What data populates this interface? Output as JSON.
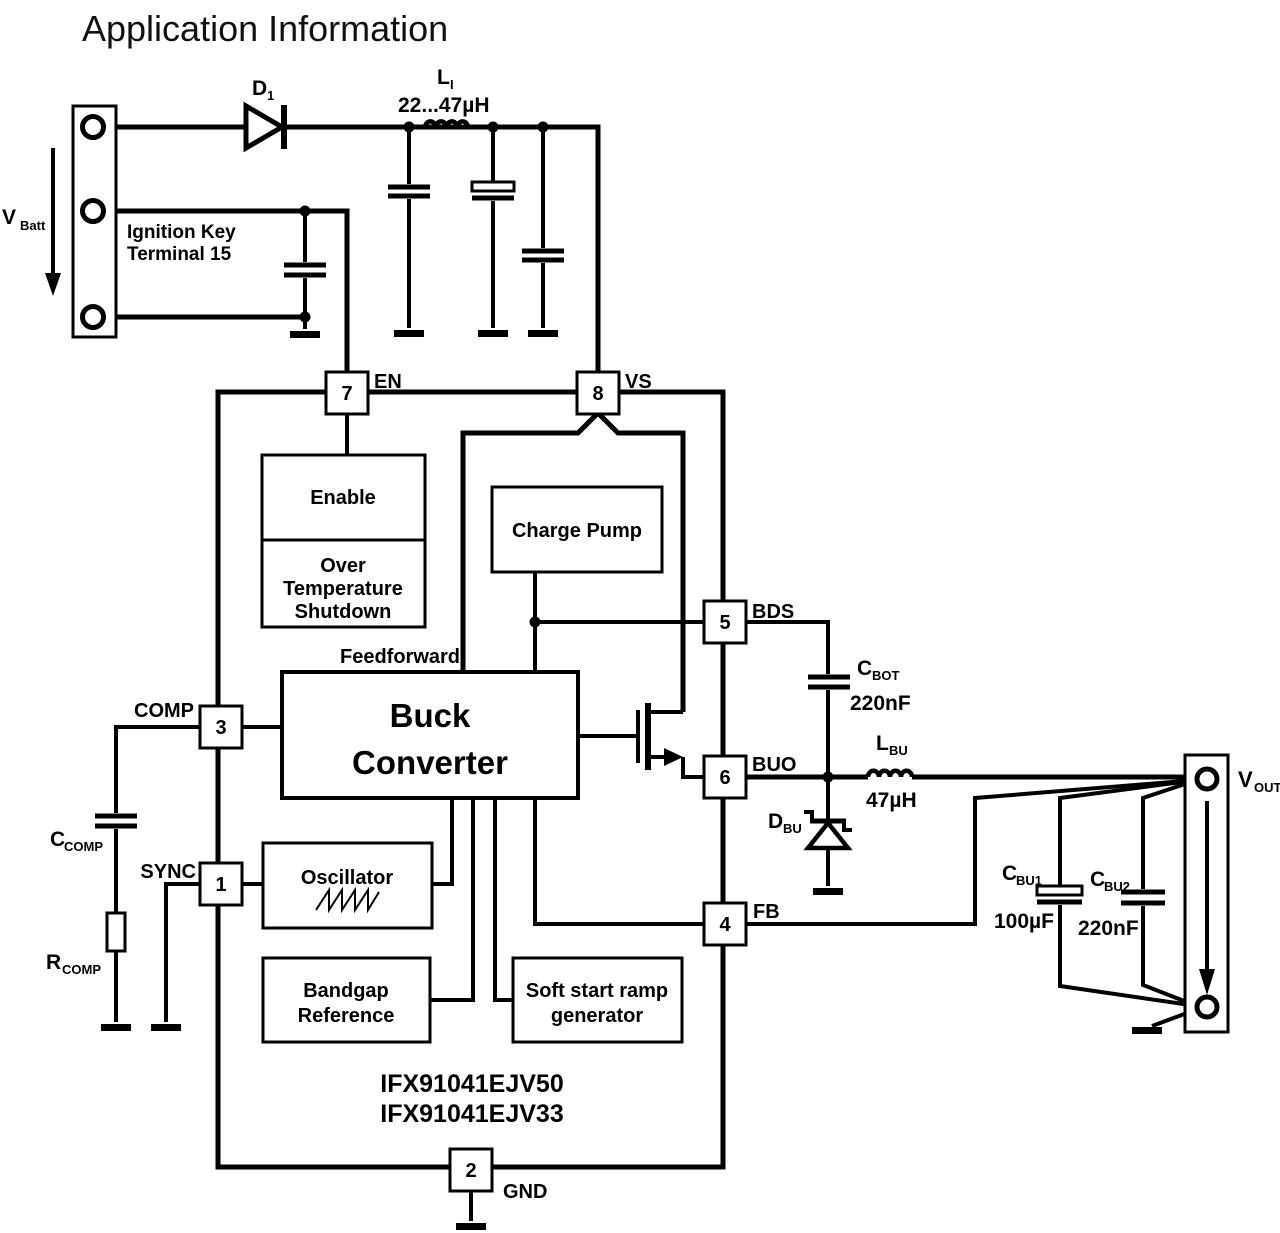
{
  "title": "Application Information",
  "battery": {
    "vbatt": {
      "main": "V",
      "sub": "Batt"
    },
    "ignition": [
      "Ignition Key",
      "Terminal 15"
    ]
  },
  "components": {
    "d1": {
      "main": "D",
      "sub": "1"
    },
    "li": {
      "main": "L",
      "sub": "I",
      "value": "22...47µH"
    },
    "cbot": {
      "main": "C",
      "sub": "BOT",
      "value": "220nF"
    },
    "lbu": {
      "main": "L",
      "sub": "BU",
      "value": "47µH"
    },
    "dbu": {
      "main": "D",
      "sub": "BU"
    },
    "cbu1": {
      "main": "C",
      "sub": "BU1",
      "value": "100µF"
    },
    "cbu2": {
      "main": "C",
      "sub": "BU2",
      "value": "220nF"
    },
    "ccomp": {
      "main": "C",
      "sub": "COMP"
    },
    "rcomp": {
      "main": "R",
      "sub": "COMP"
    },
    "vout": {
      "main": "V",
      "sub": "OUT"
    }
  },
  "ic": {
    "part_numbers": [
      "IFX91041EJV50",
      "IFX91041EJV33"
    ],
    "pins": [
      {
        "number": "7",
        "name": "EN"
      },
      {
        "number": "8",
        "name": "VS"
      },
      {
        "number": "3",
        "name": "COMP"
      },
      {
        "number": "1",
        "name": "SYNC"
      },
      {
        "number": "5",
        "name": "BDS"
      },
      {
        "number": "6",
        "name": "BUO"
      },
      {
        "number": "4",
        "name": "FB"
      },
      {
        "number": "2",
        "name": "GND"
      }
    ],
    "blocks": {
      "enable": "Enable",
      "ots": [
        "Over",
        "Temperature",
        "Shutdown"
      ],
      "charge_pump": "Charge Pump",
      "feedforward": "Feedforward",
      "buck": [
        "Buck",
        "Converter"
      ],
      "oscillator": "Oscillator",
      "bandgap": [
        "Bandgap",
        "Reference"
      ],
      "soft_start": [
        "Soft start ramp",
        "generator"
      ]
    }
  }
}
